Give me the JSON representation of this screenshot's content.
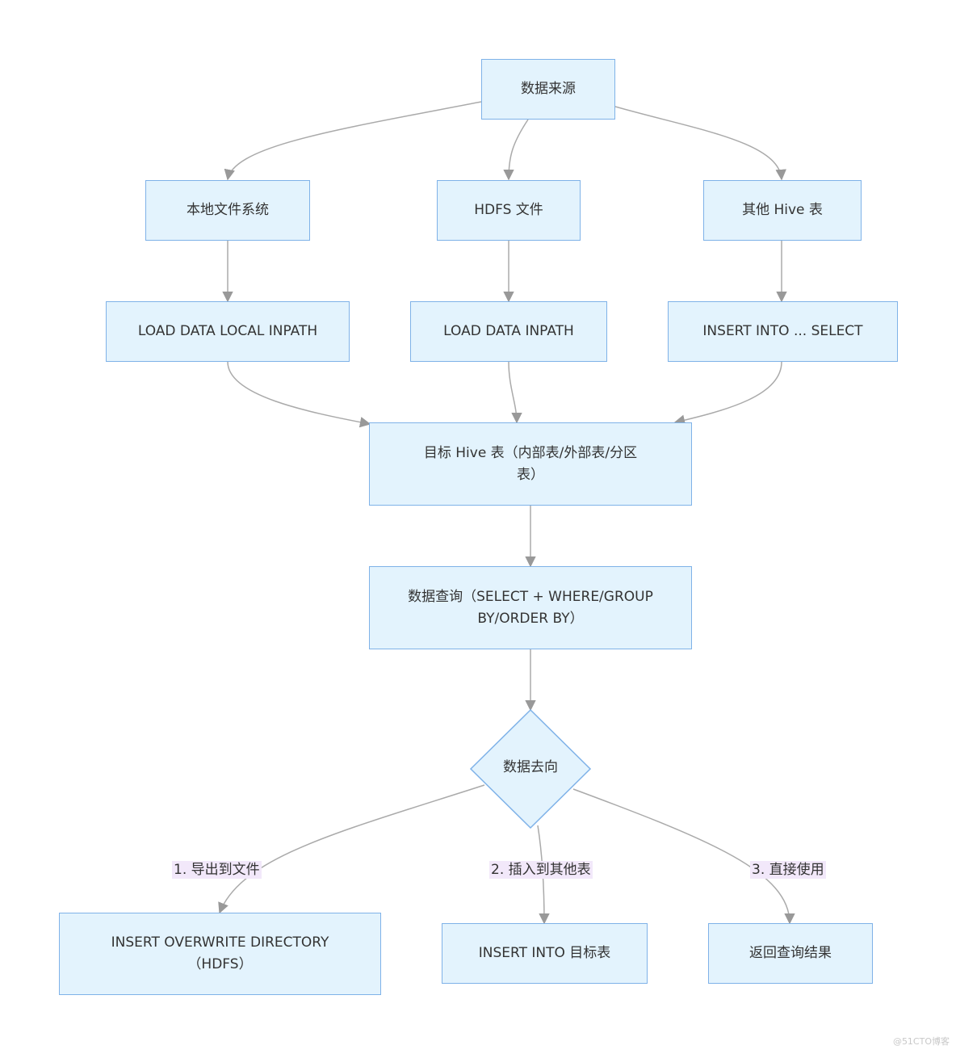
{
  "nodes": {
    "source": "数据来源",
    "local_fs": "本地文件系统",
    "hdfs_file": "HDFS 文件",
    "other_hive": "其他 Hive 表",
    "load_local": "LOAD DATA LOCAL INPATH",
    "load_data": "LOAD DATA INPATH",
    "insert_select": "INSERT INTO ... SELECT",
    "target_line1": "目标 Hive 表（内部表/外部表/分区",
    "target_line2": "表）",
    "query_line1": "数据查询（SELECT + WHERE/GROUP",
    "query_line2": "BY/ORDER BY）",
    "destination": "数据去向",
    "export_line1": "INSERT OVERWRITE DIRECTORY",
    "export_line2": "（HDFS）",
    "insert_target": "INSERT INTO 目标表",
    "return_result": "返回查询结果"
  },
  "edge_labels": {
    "export": "1. 导出到文件",
    "insert": "2. 插入到其他表",
    "direct": "3. 直接使用"
  },
  "watermark": "@51CTO博客",
  "colors": {
    "node_fill": "#e3f3fd",
    "node_border": "#7fb2e8",
    "edge": "#999999",
    "label_bg": "#f2e8fa"
  }
}
